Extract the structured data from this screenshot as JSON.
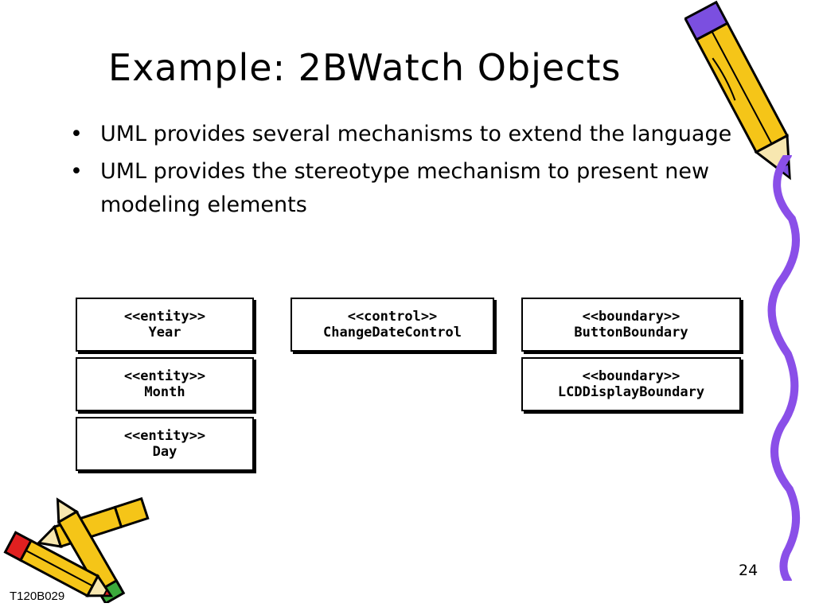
{
  "slide": {
    "title": "Example: 2BWatch Objects",
    "bullets": [
      "UML provides several mechanisms to extend the language",
      "UML provides the stereotype mechanism to present new modeling elements"
    ],
    "bullet_glyph": "•",
    "objects": [
      {
        "stereotype": "<<entity>>",
        "name": "Year"
      },
      {
        "stereotype": "<<entity>>",
        "name": "Month"
      },
      {
        "stereotype": "<<entity>>",
        "name": "Day"
      },
      {
        "stereotype": "<<control>>",
        "name": "ChangeDateControl"
      },
      {
        "stereotype": "<<boundary>>",
        "name": "ButtonBoundary"
      },
      {
        "stereotype": "<<boundary>>",
        "name": "LCDDisplayBoundary"
      }
    ],
    "slide_number": "24",
    "footer_code": "T120B029"
  },
  "decorations": {
    "pencil_icon": "pencil-icon",
    "squiggle_line": "squiggle-line",
    "colors": {
      "pencil_body": "#F5C518",
      "pencil_tip": "#7B4FE0",
      "squiggle": "#8A4FE8",
      "outline": "#000000"
    }
  }
}
